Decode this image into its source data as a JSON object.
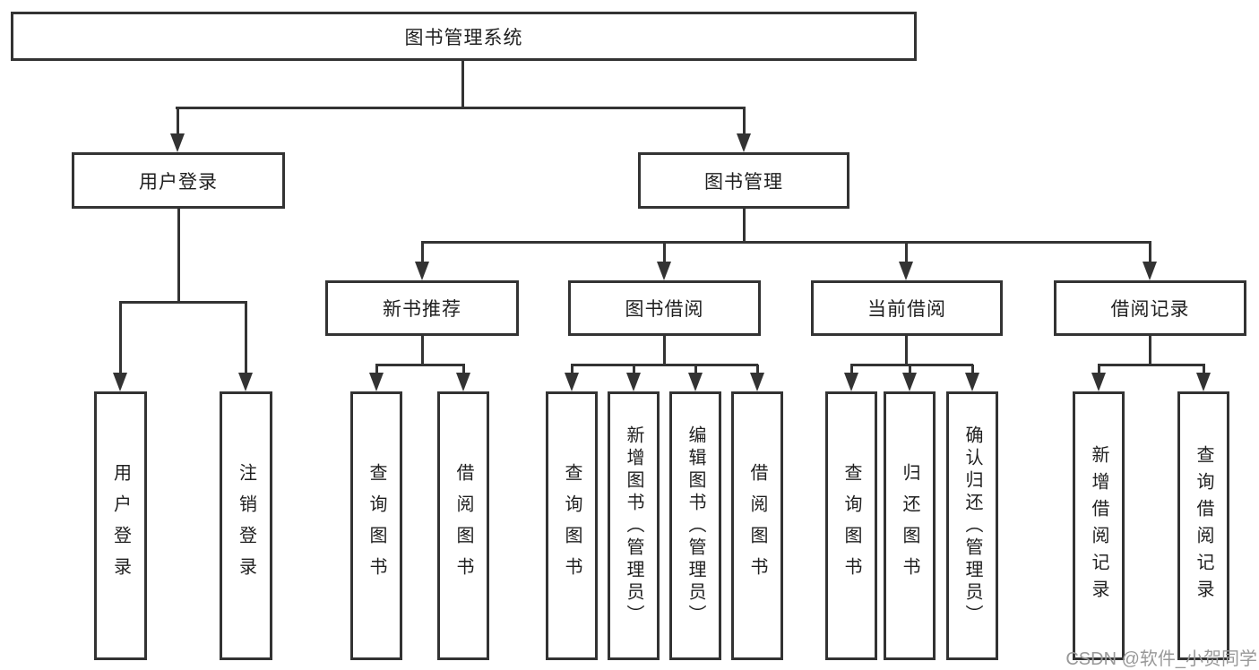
{
  "nodes": {
    "root": "图书管理系统",
    "user_login": "用户登录",
    "book_management": "图书管理",
    "new_book_recommend": "新书推荐",
    "book_borrow": "图书借阅",
    "current_borrow": "当前借阅",
    "borrow_records": "借阅记录"
  },
  "leaves": {
    "user_login": "用户登录",
    "logout": "注销登录",
    "recommend_query_books": "查询图书",
    "recommend_borrow_books": "借阅图书",
    "borrow_query_books": "查询图书",
    "borrow_add_books_admin": "新增图书（管理员）",
    "borrow_edit_books_admin": "编辑图书（管理员）",
    "borrow_borrow_books": "借阅图书",
    "current_query_books": "查询图书",
    "current_return_books": "归还图书",
    "current_confirm_return_admin": "确认归还（管理员）",
    "records_add_record": "新增借阅记录",
    "records_query_record": "查询借阅记录"
  },
  "watermark": "CSDN @软件_小贺同学",
  "colors": {
    "line": "#333333",
    "background": "#ffffff",
    "text": "#1f1f1f",
    "watermark": "#999999"
  }
}
